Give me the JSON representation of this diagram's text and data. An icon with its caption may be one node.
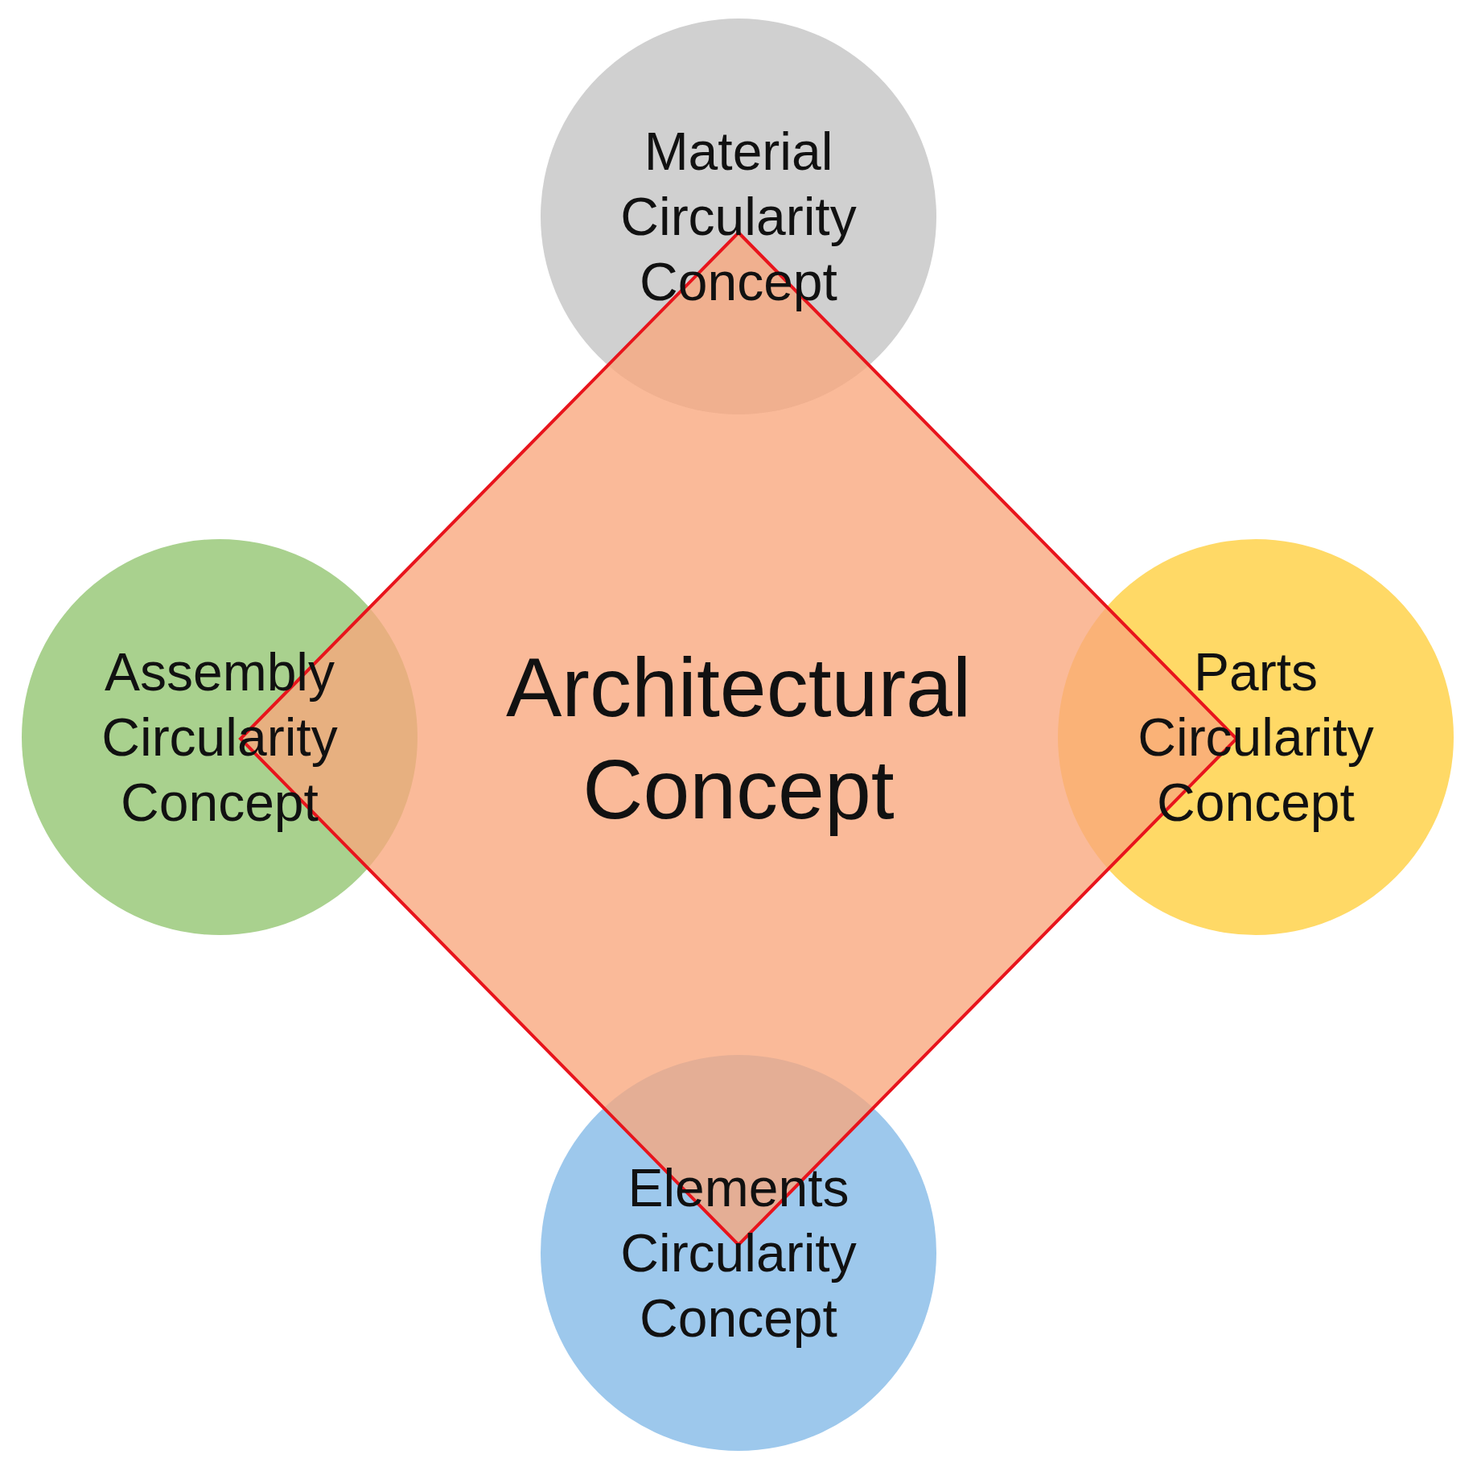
{
  "diagram": {
    "nodes": [
      {
        "text": [
          "Material Circularity Concept"
        ]
      },
      {
        "text": [
          "Assembly Circularity Concept"
        ]
      },
      {
        "text": [
          "Architectural Concept"
        ]
      },
      {
        "text": [
          "Parts Circularity Concept"
        ]
      },
      {
        "text": [
          "Elements Circularity Concept"
        ]
      }
    ],
    "edges": []
  }
}
